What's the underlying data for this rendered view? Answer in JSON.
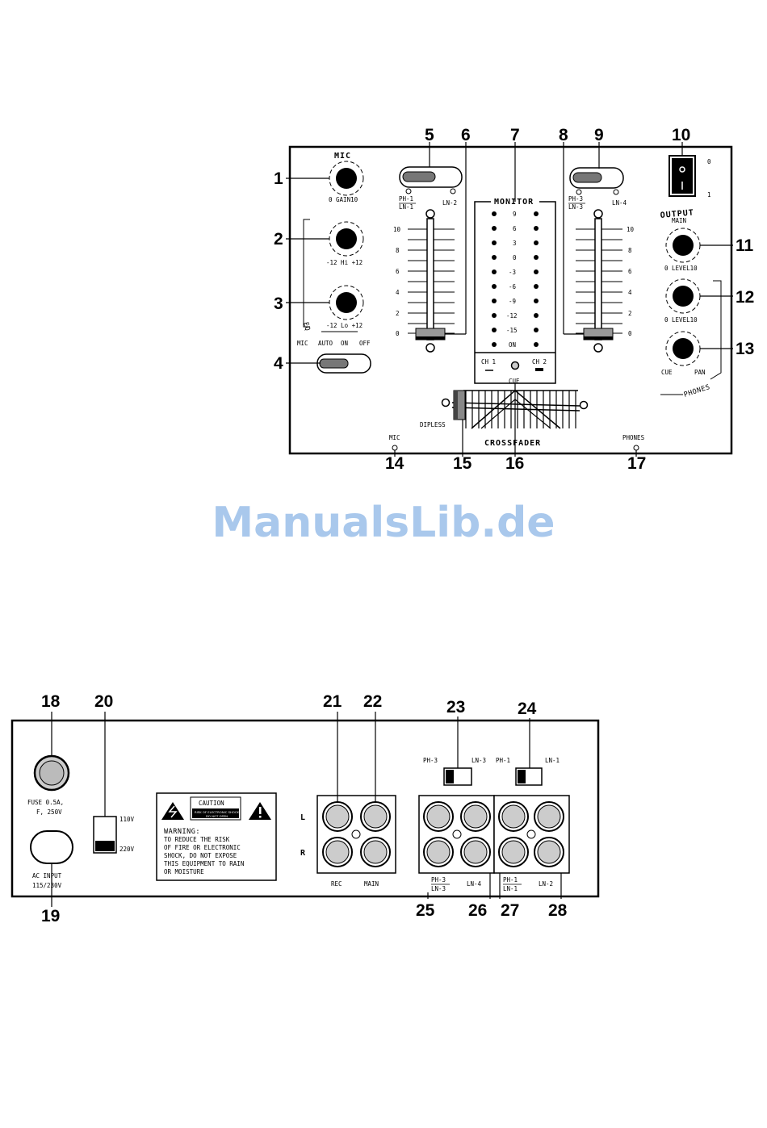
{
  "watermark": "ManualsLib.de",
  "front": {
    "callouts": [
      "1",
      "2",
      "3",
      "4",
      "5",
      "6",
      "7",
      "8",
      "9",
      "10",
      "11",
      "12",
      "13",
      "14",
      "15",
      "16",
      "17"
    ],
    "labels": {
      "mic": "MIC",
      "gain": "0 GAIN10",
      "hi": "-12 Hi +12",
      "lo": "-12 Lo +12",
      "eq": "EQ",
      "mic_switch": [
        "MIC",
        "AUTO",
        "ON",
        "OFF"
      ],
      "ph1": "PH-1",
      "ln1": "LN-1",
      "ln2": "LN-2",
      "ph3": "PH-3",
      "ln3": "LN-3",
      "ln4": "LN-4",
      "monitor": "MONITOR",
      "meter_scale": [
        "9",
        "6",
        "3",
        "0",
        "-3",
        "-6",
        "-9",
        "-12",
        "-15",
        "ON"
      ],
      "ch1": "CH 1",
      "ch2": "CH 2",
      "cue": "CUE",
      "fader_scale": [
        "10",
        "8",
        "6",
        "4",
        "2",
        "0"
      ],
      "power": [
        "0",
        "1"
      ],
      "output": "OUTPUT",
      "main": "MAIN",
      "level": "0 LEVEL10",
      "cue_knob": "CUE",
      "pan": "PAN",
      "phones_group": "PHONES",
      "dipless": "DIPLESS",
      "crossfader": "CROSSFADER",
      "mic_jack": "MIC",
      "phones_jack": "PHONES"
    }
  },
  "rear": {
    "callouts": [
      "18",
      "20",
      "21",
      "22",
      "23",
      "24",
      "19",
      "25",
      "26",
      "27",
      "28"
    ],
    "labels": {
      "fuse": [
        "FUSE 0.5A,",
        "F, 250V"
      ],
      "ac_input": [
        "AC INPUT",
        "115/230V"
      ],
      "v110": "110V",
      "v220": "220V",
      "caution": "CAUTION",
      "caution_sub": [
        "RISK OF ELECTRONIC SHOCK",
        "DO NOT OPEN"
      ],
      "warning": [
        "WARNING:",
        "TO REDUCE THE RISK",
        "OF FIRE OR ELECTRONIC",
        "SHOCK, DO NOT EXPOSE",
        "THIS EQUIPMENT TO RAIN",
        "OR MOISTURE"
      ],
      "l": "L",
      "r": "R",
      "rec": "REC",
      "main": "MAIN",
      "ph3": "PH-3",
      "ln3": "LN-3",
      "ph1": "PH-1",
      "ln1": "LN-1",
      "ln4": "LN-4",
      "ln2": "LN-2"
    }
  }
}
